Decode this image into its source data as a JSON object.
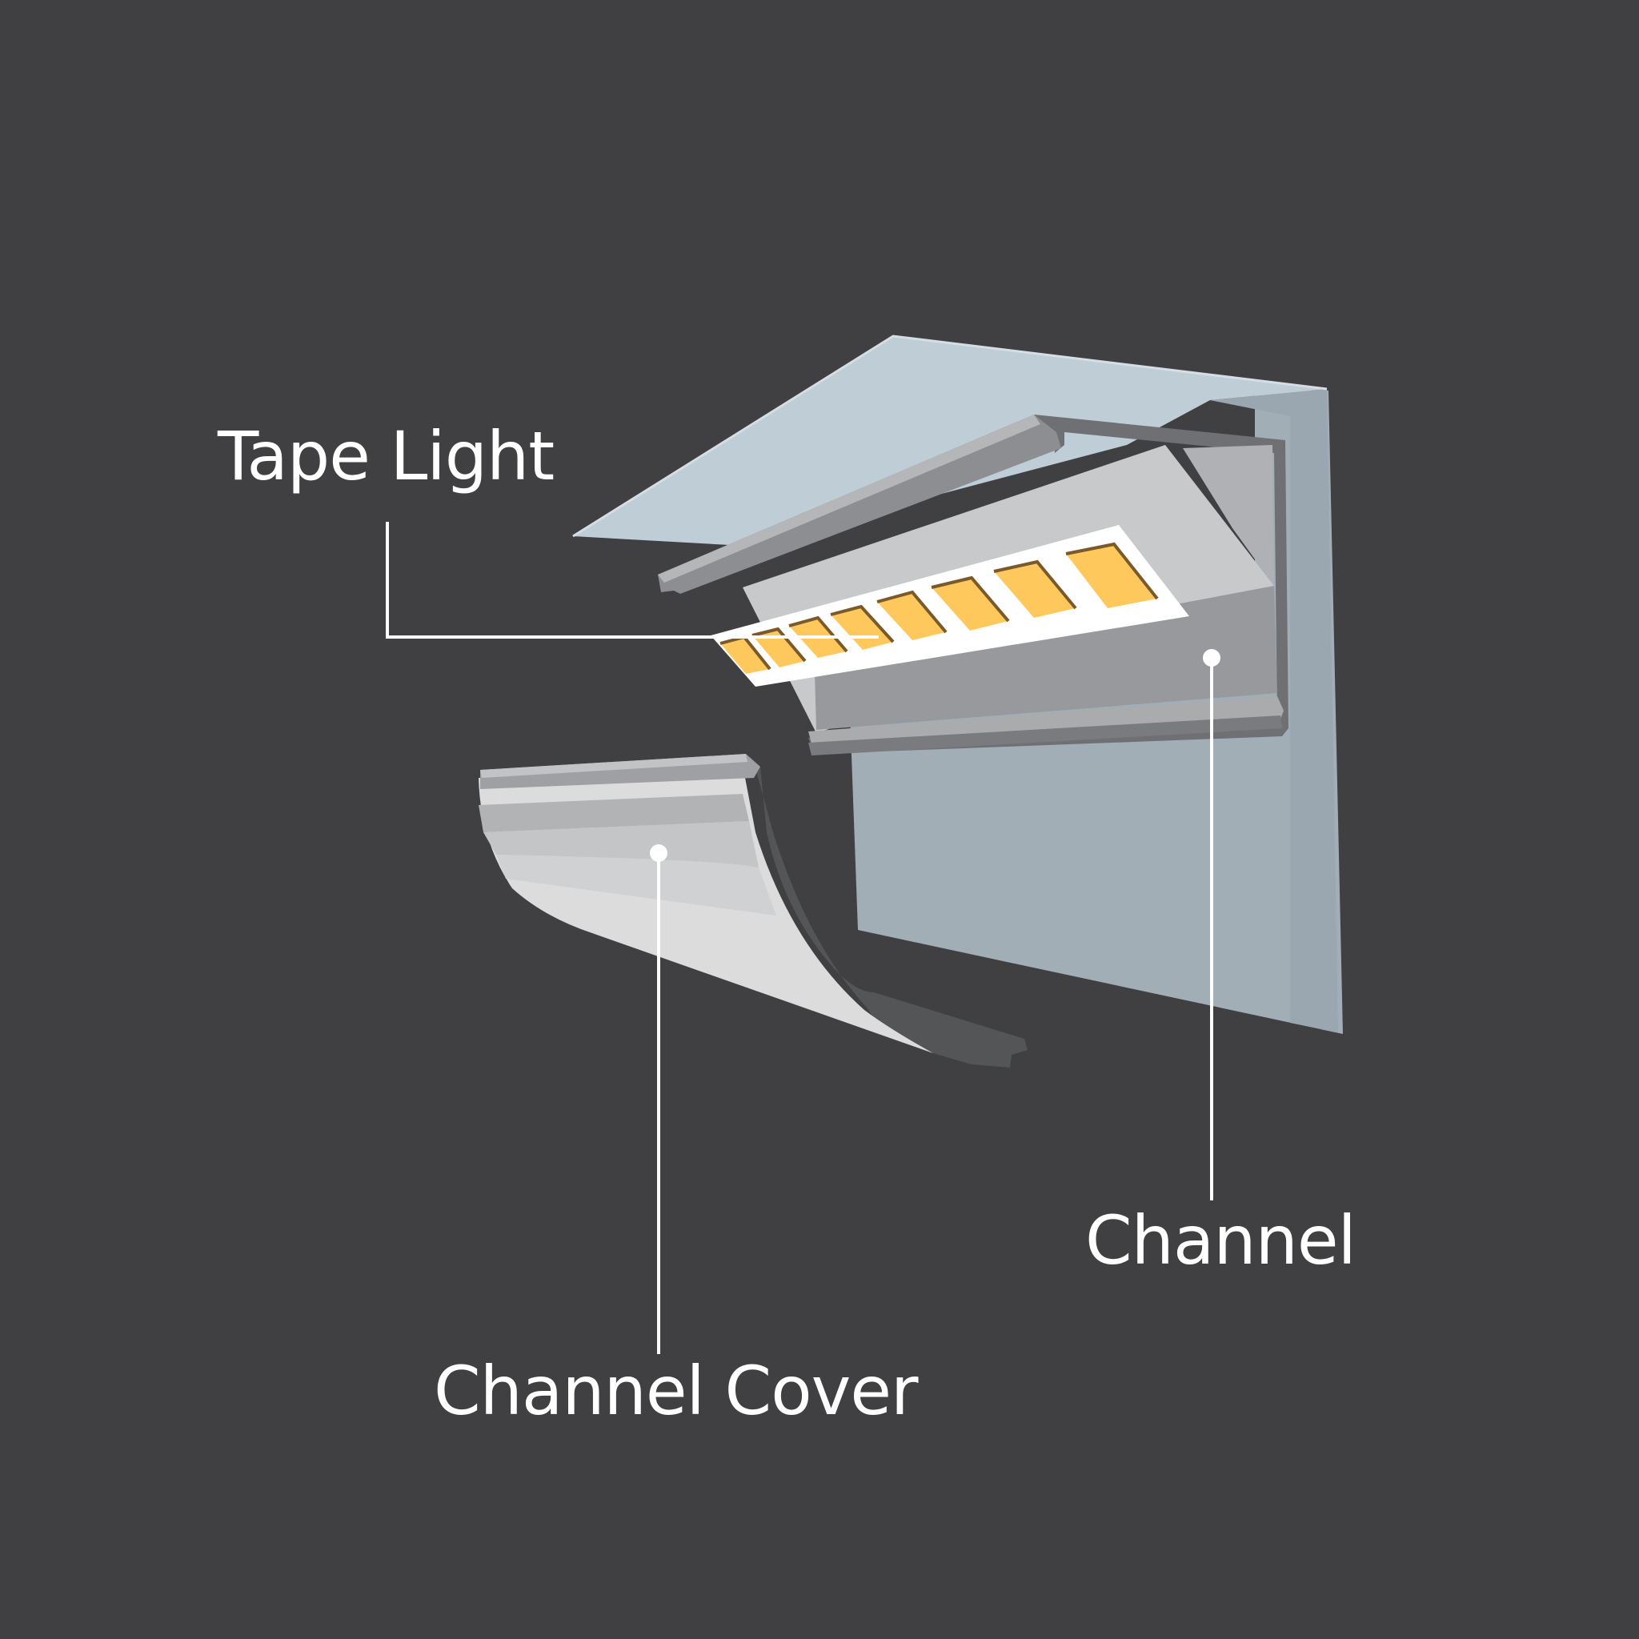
{
  "labels": {
    "tape_light": "Tape Light",
    "channel": "Channel",
    "channel_cover": "Channel Cover"
  },
  "colors": {
    "background": "#404042",
    "ceiling": "#bfcdd6",
    "wall": "#a1aeb6",
    "channel_light": "#c8c9cb",
    "channel_mid": "#98999c",
    "channel_dark": "#6f7073",
    "tape": "#ffffff",
    "led": "#ffc85c",
    "leader": "#ffffff"
  }
}
